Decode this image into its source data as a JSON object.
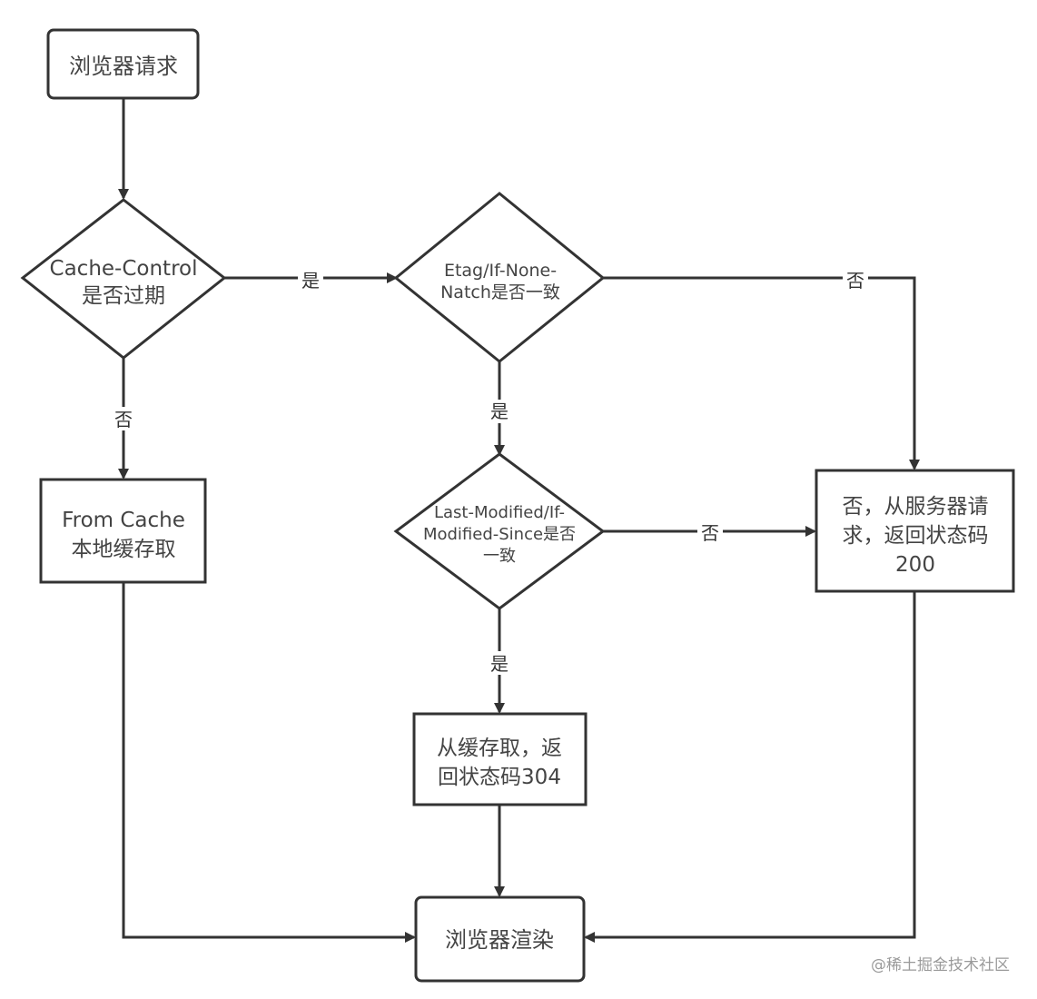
{
  "diagram": {
    "nodes": {
      "browser_request": {
        "type": "rounded-rect",
        "lines": [
          "浏览器请求"
        ]
      },
      "cache_control": {
        "type": "decision",
        "lines": [
          "Cache-Control",
          "是否过期"
        ]
      },
      "etag": {
        "type": "decision",
        "lines": [
          "Etag/If-None-",
          "Natch是否一致"
        ]
      },
      "from_cache": {
        "type": "rect",
        "lines": [
          "From Cache",
          "本地缓存取"
        ]
      },
      "last_modified": {
        "type": "decision",
        "lines": [
          "Last-Modified/If-",
          "Modified-Since是否",
          "一致"
        ]
      },
      "server_request": {
        "type": "rect",
        "lines": [
          "否，从服务器请",
          "求，返回状态码",
          "200"
        ]
      },
      "cache_304": {
        "type": "rect",
        "lines": [
          "从缓存取，返",
          "回状态码304"
        ]
      },
      "browser_render": {
        "type": "rounded-rect",
        "lines": [
          "浏览器渲染"
        ]
      }
    },
    "edges": [
      {
        "from": "browser_request",
        "to": "cache_control",
        "label": ""
      },
      {
        "from": "cache_control",
        "to": "etag",
        "label": "是"
      },
      {
        "from": "cache_control",
        "to": "from_cache",
        "label": "否"
      },
      {
        "from": "etag",
        "to": "server_request",
        "label": "否"
      },
      {
        "from": "etag",
        "to": "last_modified",
        "label": "是"
      },
      {
        "from": "last_modified",
        "to": "server_request",
        "label": "否"
      },
      {
        "from": "last_modified",
        "to": "cache_304",
        "label": "是"
      },
      {
        "from": "cache_304",
        "to": "browser_render",
        "label": ""
      },
      {
        "from": "from_cache",
        "to": "browser_render",
        "label": ""
      },
      {
        "from": "server_request",
        "to": "browser_render",
        "label": ""
      }
    ],
    "watermark": "@稀土掘金技术社区"
  }
}
